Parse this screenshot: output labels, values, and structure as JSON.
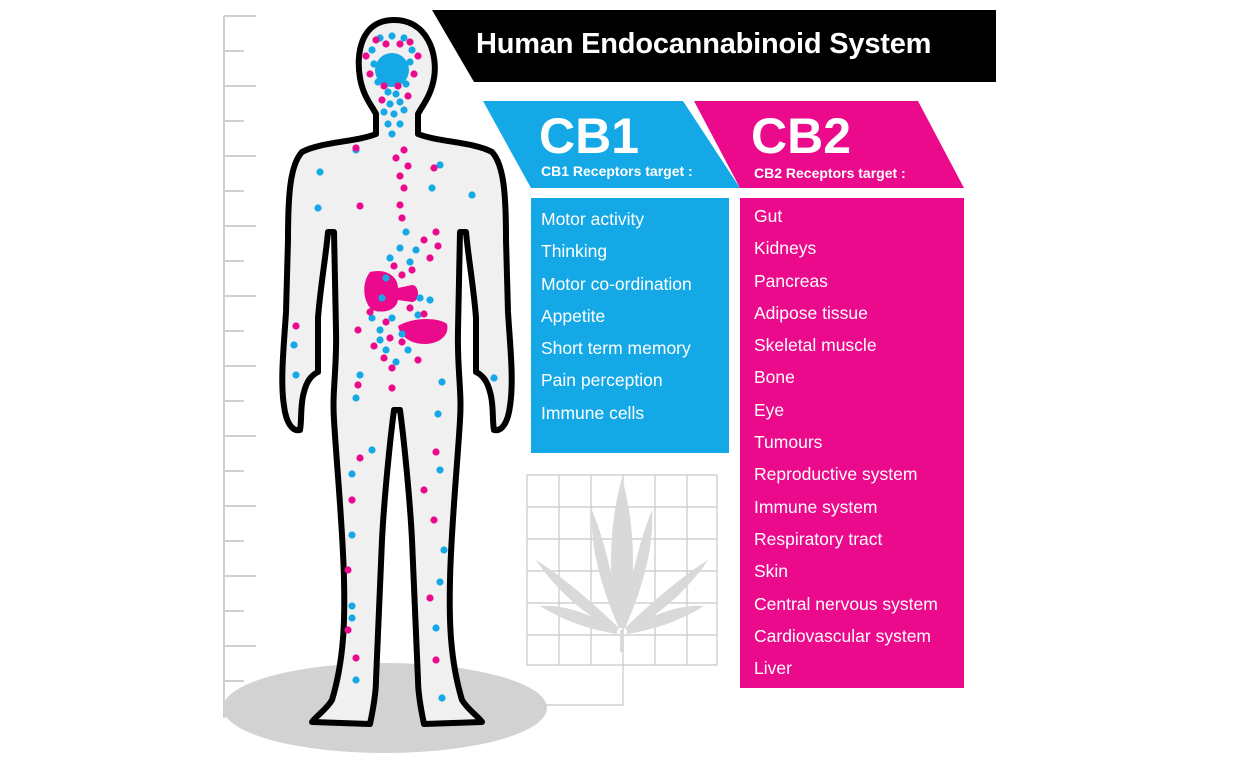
{
  "title": "Human Endocannabinoid System",
  "colors": {
    "cb1": "#14a9e6",
    "cb2": "#eb0a8c",
    "title_bar": "#000000",
    "body_fill": "#f0f0f0",
    "body_outline": "#000000",
    "shadow": "#d2d2d2"
  },
  "icons": {
    "figure": "human-body-silhouette",
    "leaf": "cannabis-leaf"
  },
  "cb1": {
    "name": "CB1",
    "subtitle": "CB1 Receptors target :",
    "items": [
      "Motor activity",
      "Thinking",
      "Motor co-ordination",
      "Appetite",
      "Short term memory",
      "Pain perception",
      "Immune cells"
    ]
  },
  "cb2": {
    "name": "CB2",
    "subtitle": "CB2 Receptors target :",
    "items": [
      "Gut",
      "Kidneys",
      "Pancreas",
      "Adipose tissue",
      "Skeletal muscle",
      "Bone",
      "Eye",
      "Tumours",
      "Reproductive system",
      "Immune system",
      "Respiratory tract",
      "Skin",
      "Central nervous system",
      "Cardiovascular system",
      "Liver"
    ]
  }
}
